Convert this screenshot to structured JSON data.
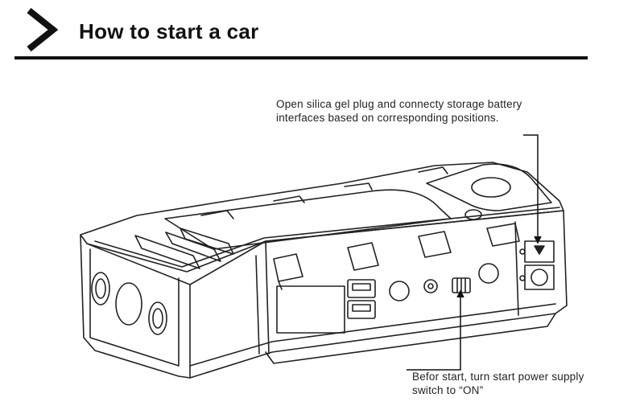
{
  "header": {
    "title": "How to start a car",
    "icon": "chevron-right-icon"
  },
  "callouts": {
    "battery_interface": {
      "line1": "Open silica gel plug and connecty storage battery",
      "line2": "interfaces based on corresponding positions."
    },
    "power_switch": {
      "line1": "Befor start, turn start power supply",
      "line2": "switch to “ON”"
    }
  },
  "colors": {
    "ink": "#111111",
    "background": "#ffffff"
  }
}
